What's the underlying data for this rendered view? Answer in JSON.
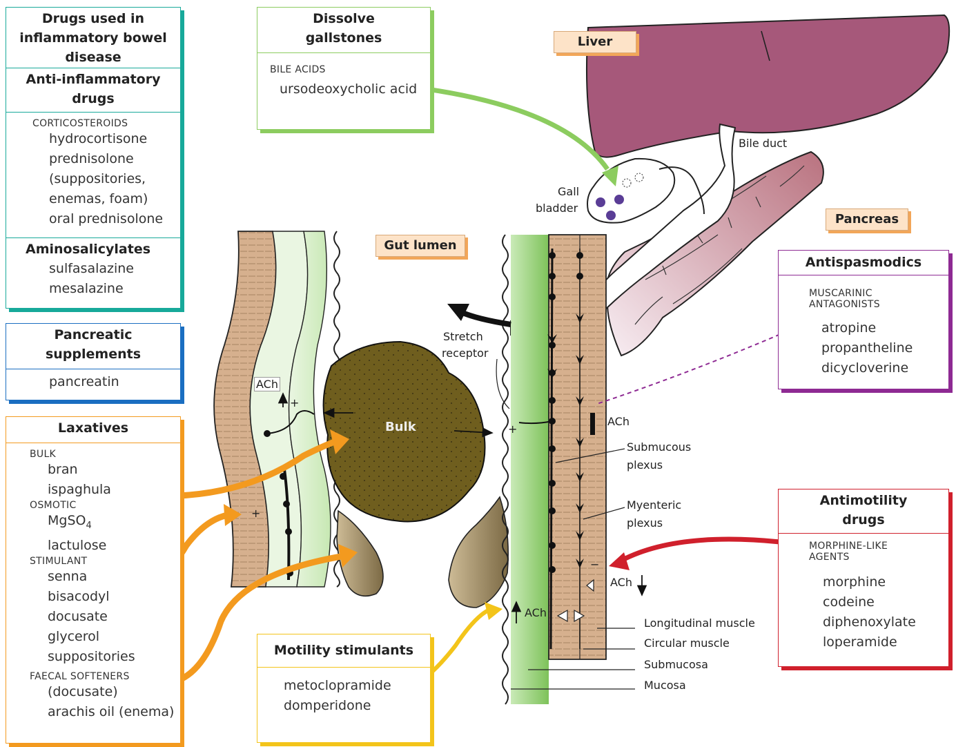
{
  "colors": {
    "teal": "#17a99a",
    "blue": "#1a6ec1",
    "orange": "#f39a1f",
    "green": "#8ccc5f",
    "purple": "#8e2a93",
    "red": "#d0202c",
    "yellow": "#f3c41a",
    "liver": "#a6587a",
    "muscle": "#d6b08e",
    "mucosa_green": "#a8d98c",
    "bulk": "#6f5e1e"
  },
  "boxes": {
    "ibd": {
      "title": "Drugs used in inflammatory bowel disease",
      "anti_title": "Anti-inflammatory drugs",
      "corticosteroids_label": "CORTICOSTEROIDS",
      "corticosteroids": [
        "hydrocortisone",
        "prednisolone",
        "(suppositories,",
        "enemas, foam)",
        "oral prednisolone"
      ],
      "amino_title": "Aminosalicylates",
      "aminosalicylates": [
        "sulfasalazine",
        "mesalazine"
      ]
    },
    "pancreatic": {
      "title": "Pancreatic supplements",
      "items": [
        "pancreatin"
      ]
    },
    "laxatives": {
      "title": "Laxatives",
      "bulk_label": "BULK",
      "bulk": [
        "bran",
        "ispaghula"
      ],
      "osmotic_label": "OSMOTIC",
      "osmotic_item1": "MgSO",
      "osmotic_sub": "4",
      "osmotic_item2": "lactulose",
      "stimulant_label": "STIMULANT",
      "stimulant": [
        "senna",
        "bisacodyl",
        "docusate",
        "glycerol",
        "suppositories"
      ],
      "softeners_label": "FAECAL SOFTENERS",
      "softeners": [
        "(docusate)",
        "arachis oil (enema)"
      ]
    },
    "gallstones": {
      "title": "Dissolve gallstones",
      "label": "BILE ACIDS",
      "items": [
        "ursodeoxycholic acid"
      ]
    },
    "motility": {
      "title": "Motility stimulants",
      "items": [
        "metoclopramide",
        "domperidone"
      ]
    },
    "antispasmodics": {
      "title": "Antispasmodics",
      "label_lines": [
        "MUSCARINIC",
        "ANTAGONISTS"
      ],
      "items": [
        "atropine",
        "propantheline",
        "dicycloverine"
      ]
    },
    "antimotility": {
      "title": "Antimotility drugs",
      "label_lines": [
        "MORPHINE-LIKE",
        "AGENTS"
      ],
      "items": [
        "morphine",
        "codeine",
        "diphenoxylate",
        "loperamide"
      ]
    }
  },
  "tags": {
    "liver": "Liver",
    "pancreas": "Pancreas",
    "gut_lumen": "Gut lumen"
  },
  "labels": {
    "bile_duct": "Bile duct",
    "gall": "Gall",
    "bladder": "bladder",
    "stretch": "Stretch",
    "receptor": "receptor",
    "bulk": "Bulk",
    "ach": "ACh",
    "submucous": "Submucous",
    "plexus": "plexus",
    "myenteric": "Myenteric",
    "longitudinal_muscle": "Longitudinal muscle",
    "circular_muscle": "Circular muscle",
    "submucosa": "Submucosa",
    "mucosa": "Mucosa",
    "plus": "+",
    "minus": "−"
  }
}
